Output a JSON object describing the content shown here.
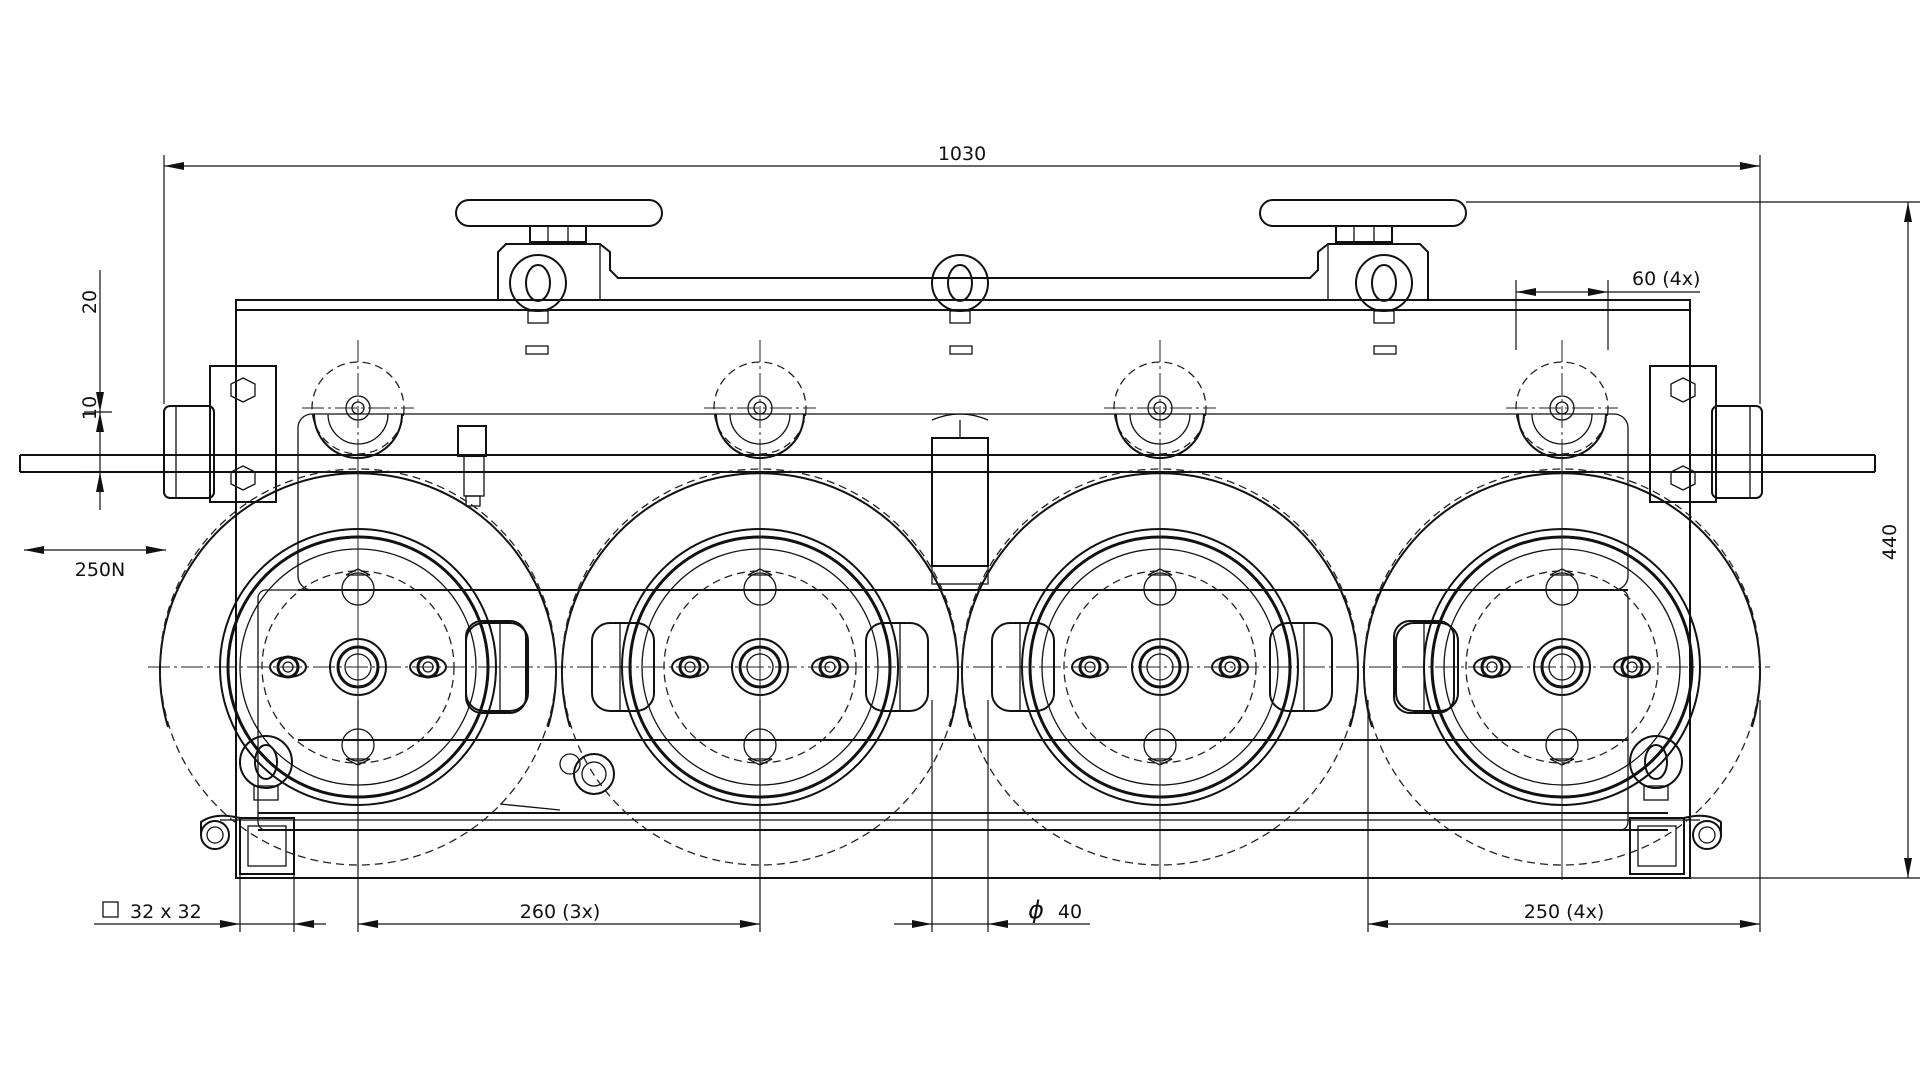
{
  "dimensions": {
    "overall_width": "1030",
    "overall_height": "440",
    "top_roller_spacing": "60 (4x)",
    "travel_upper": "20",
    "travel_lower": "10",
    "push_force": "250N",
    "square_section": "32 x 32",
    "spacing_260": "260 (3x)",
    "diameter_symbol": "ϕ",
    "diameter_value": "40",
    "spacing_250": "250 (4x)"
  }
}
